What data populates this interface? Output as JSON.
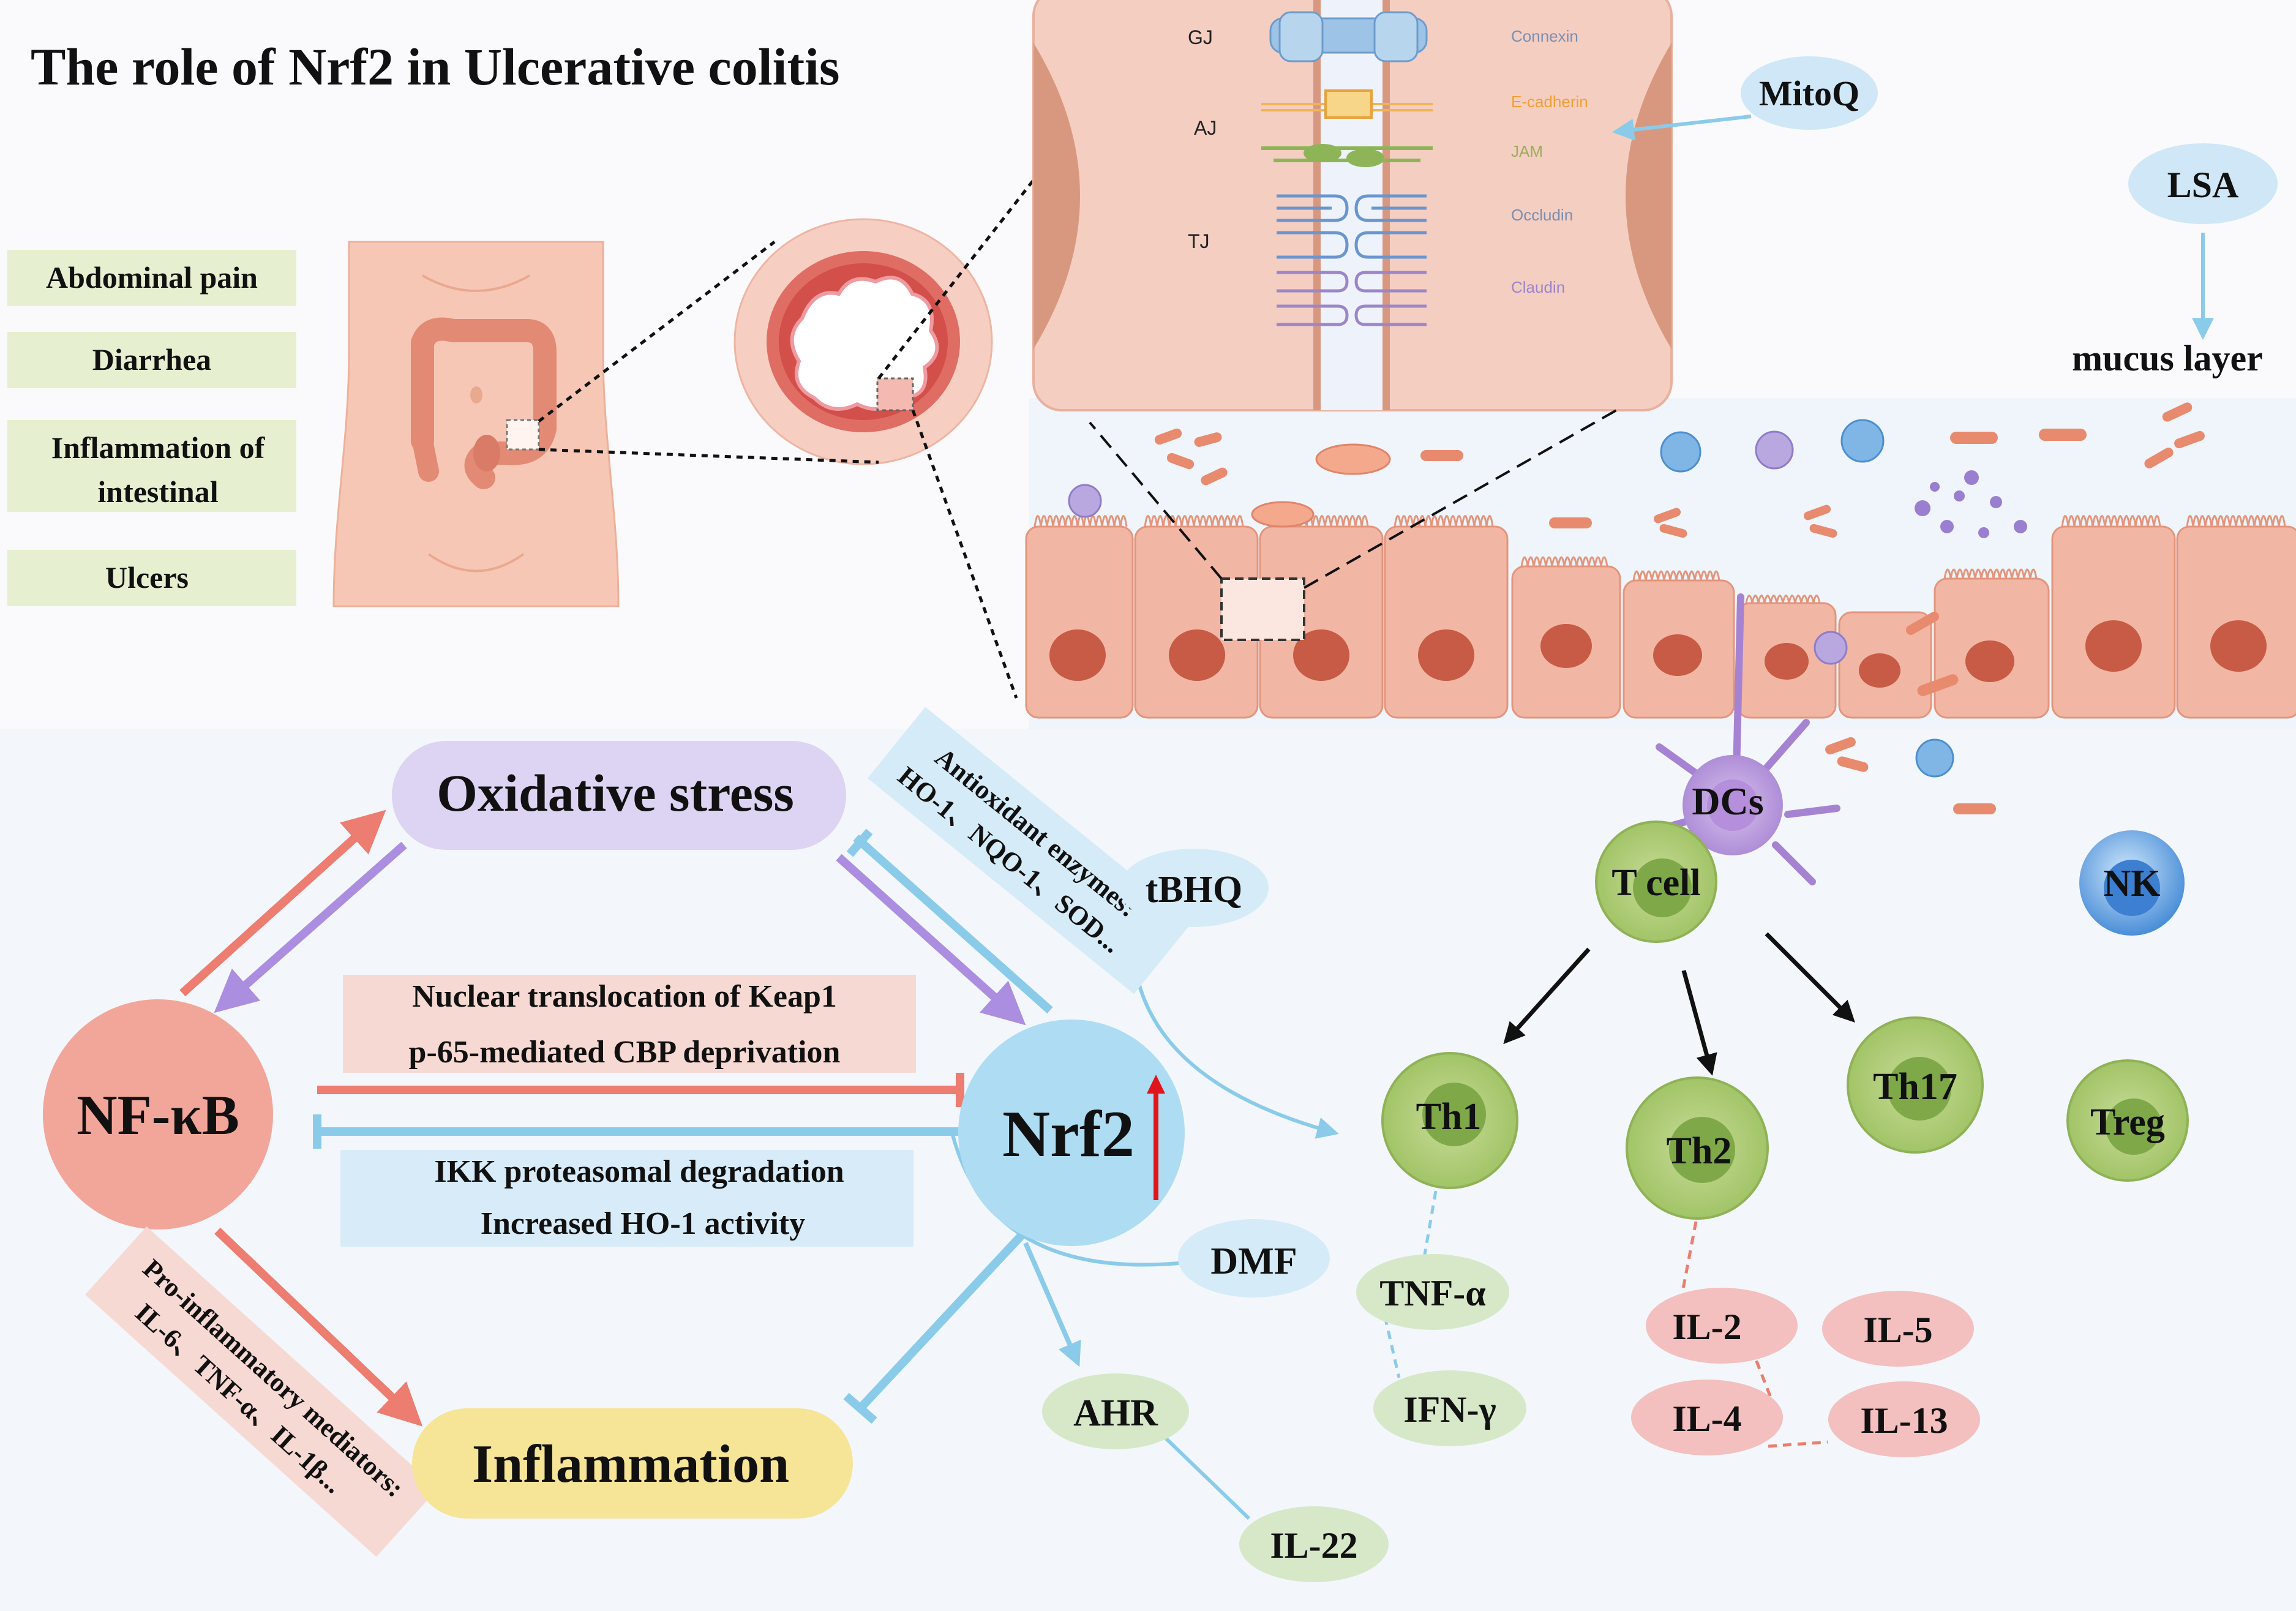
{
  "title": "The role of Nrf2 in Ulcerative colitis",
  "symptoms": [
    "Abdominal pain",
    "Diarrhea",
    "Inflammation of",
    "intestinal",
    "Ulcers"
  ],
  "junctions": {
    "gj": "GJ",
    "aj": "AJ",
    "tj": "TJ",
    "connexin": "Connexin",
    "ecadherin": "E-cadherin",
    "jam": "JAM",
    "occludin": "Occludin",
    "claudin": "Claudin"
  },
  "drugs": {
    "mitoq": "MitoQ",
    "lsa": "LSA",
    "tbhq": "tBHQ",
    "dmf": "DMF"
  },
  "mucus_layer": "mucus layer",
  "nodes": {
    "oxidative_stress": "Oxidative stress",
    "nfkb": "NF-κB",
    "nrf2": "Nrf2",
    "inflammation": "Inflammation",
    "ahr": "AHR",
    "il22": "IL-22"
  },
  "labels": {
    "antioxidant_line1": "Antioxidant enzymes:",
    "antioxidant_line2": "HO-1、NQO-1、SOD...",
    "keap1_line1": "Nuclear translocation of Keap1",
    "keap1_line2": "p-65-mediated CBP deprivation",
    "ikk_line1": "IKK proteasomal degradation",
    "ikk_line2": "Increased HO-1 activity",
    "proinfl_line1": "Pro-inflammatory mediators:",
    "proinfl_line2": "IL-6、TNF-α、IL-1β..."
  },
  "cells": {
    "dcs": "DCs",
    "tcell": "T cell",
    "nk": "NK",
    "th1": "Th1",
    "th2": "Th2",
    "th17": "Th17",
    "treg": "Treg"
  },
  "cytokines": {
    "tnfa": "TNF-α",
    "ifng": "IFN-γ",
    "il2": "IL-2",
    "il4": "IL-4",
    "il5": "IL-5",
    "il13": "IL-13"
  },
  "colors": {
    "symptom_box": "#e6efcf",
    "oxidative": "#ddd3f2",
    "nfkb": "#f2a69a",
    "nrf2": "#aedcf3",
    "inflammation": "#f6e497",
    "red_arrow": "#ec7d70",
    "purple_arrow": "#ab8ee0",
    "blue_arrow": "#8bcbea"
  }
}
